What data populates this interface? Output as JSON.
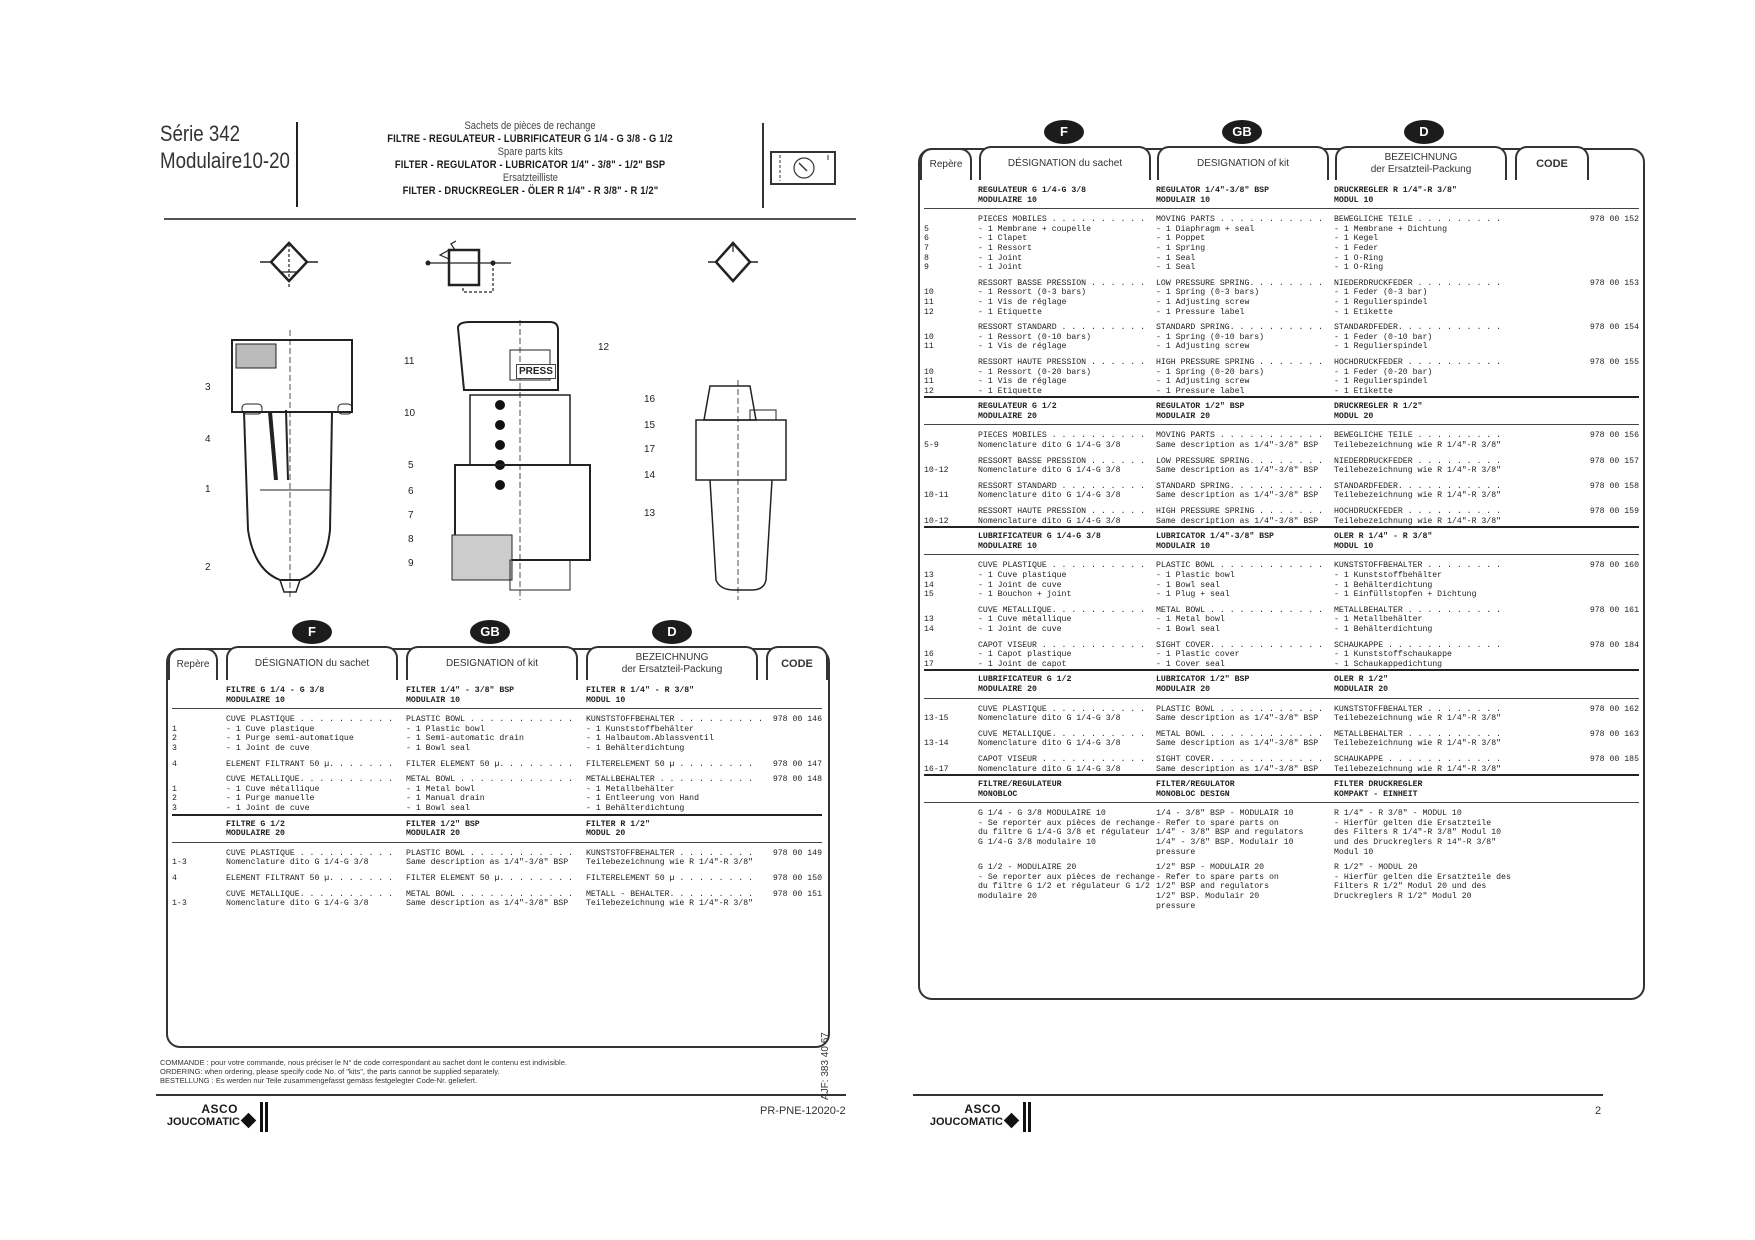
{
  "left_page": {
    "series_line1": "Série 342",
    "series_line2": "Modulaire10-20",
    "title": {
      "fr_sub": "Sachets de pièces de rechange",
      "fr_main": "FILTRE - REGULATEUR - LUBRIFICATEUR G 1/4 - G 3/8 - G 1/2",
      "gb_sub": "Spare parts kits",
      "gb_main": "FILTER - REGULATOR - LUBRICATOR 1/4\" - 3/8\" - 1/2\" BSP",
      "de_sub": "Ersatzteilliste",
      "de_main": "FILTER - DRUCKREGLER - ÖLER R 1/4\" - R 3/8\" - R 1/2\""
    },
    "drawing_labels": {
      "press": "PRESS",
      "filter_callouts": [
        "3",
        "4",
        "1",
        "2"
      ],
      "regulator_callouts": [
        "11",
        "12",
        "10",
        "5",
        "6",
        "7",
        "8",
        "9"
      ],
      "lubricator_callouts": [
        "16",
        "15",
        "17",
        "14",
        "13"
      ]
    },
    "badges": [
      "F",
      "GB",
      "D"
    ],
    "columns": {
      "repere": "Repère",
      "fr": "DÉSIGNATION du sachet",
      "gb": "DESIGNATION of kit",
      "de_line1": "BEZEICHNUNG",
      "de_line2": "der Ersatzteil-Packung",
      "code": "CODE"
    },
    "sections": [
      {
        "fr": "FILTRE G 1/4 - G 3/8\nMODULAIRE 10",
        "gb": "FILTER 1/4\" - 3/8\" BSP\nMODULAIR 10",
        "de": "FILTER R 1/4\" - R 3/8\"\nMODUL 10",
        "items": [
          {
            "rep": "\n1\n2\n3",
            "fr": "CUVE PLASTIQUE . . . . . . . . . .\n- 1 Cuve plastique\n- 1 Purge semi-automatique\n- 1 Joint de cuve",
            "gb": "PLASTIC BOWL . . . . . . . . . . .\n- 1 Plastic bowl\n- 1 Semi-automatic drain\n- 1 Bowl seal",
            "de": "KUNSTSTOFFBEHÄLTER . . . . . . . . .\n- 1 Kunststoffbehälter\n- 1 Halbautom.Ablassventil\n- 1 Behälterdichtung",
            "code": "978 00 146"
          },
          {
            "rep": "4",
            "fr": "ELEMENT FILTRANT 50 µ. . . . . . .",
            "gb": "FILTER ELEMENT 50 µ. . . . . . . .",
            "de": "FILTERELEMENT 50 µ . . . . . . . .",
            "code": "978 00 147"
          },
          {
            "rep": "\n1\n2\n3",
            "fr": "CUVE METALLIQUE. . . . . . . . . .\n- 1 Cuve métallique\n- 1 Purge manuelle\n- 1 Joint de cuve",
            "gb": "METAL BOWL . . . . . . . . . . . .\n- 1 Metal bowl\n- 1 Manual drain\n- 1 Bowl seal",
            "de": "METALLBEHÄLTER . . . . . . . . . .\n- 1 Metallbehälter\n- 1 Entleerung von Hand\n- 1 Behälterdichtung",
            "code": "978 00 148"
          }
        ]
      },
      {
        "fr": "FILTRE G 1/2\nMODULAIRE 20",
        "gb": "FILTER 1/2\" BSP\nMODULAIR 20",
        "de": "FILTER R 1/2\"\nMODUL 20",
        "items": [
          {
            "rep": "\n1-3",
            "fr": "CUVE PLASTIQUE . . . . . . . . . .\nNomenclature dito G 1/4-G 3/8",
            "gb": "PLASTIC BOWL . . . . . . . . . . .\nSame description as 1/4\"-3/8\" BSP",
            "de": "KUNSTSTOFFBEHÄLTER . . . . . . . .\nTeilebezeichnung wie R 1/4\"-R 3/8\"",
            "code": "978 00 149"
          },
          {
            "rep": "4",
            "fr": "ELEMENT FILTRANT 50 µ. . . . . . .",
            "gb": "FILTER ELEMENT 50 µ. . . . . . . .",
            "de": "FILTERELEMENT 50 µ . . . . . . . .",
            "code": "978 00 150"
          },
          {
            "rep": "\n1-3",
            "fr": "CUVE METALLIQUE. . . . . . . . . .\nNomenclature dito G 1/4-G 3/8",
            "gb": "METAL BOWL . . . . . . . . . . . .\nSame description as 1/4\"-3/8\" BSP",
            "de": "METALL - BEHÄLTER. . . . . . . . .\nTeilebezeichnung wie R 1/4\"-R 3/8\"",
            "code": "978 00 151"
          }
        ]
      }
    ],
    "order_notes": {
      "fr": "COMMANDE : pour votre commande, nous préciser le N° de code correspondant au sachet dont le contenu est indivisible.",
      "gb": "ORDERING: when ordering, please specify code No. of \"kits\", the parts cannot be supplied separately.",
      "de": "BESTELLUNG : Es werden nur Teile zusammengefasst gemäss festgelegter Code-Nr. geliefert."
    },
    "vertical_ref": "AJF: 383 40 67",
    "doc_ref": "PR-PNE-12020-2",
    "logo": {
      "top": "ASCO",
      "bottom": "JOUCOMATIC"
    }
  },
  "right_page": {
    "badges": [
      "F",
      "GB",
      "D"
    ],
    "columns": {
      "repere": "Repère",
      "fr": "DÉSIGNATION du sachet",
      "gb": "DESIGNATION of kit",
      "de_line1": "BEZEICHNUNG",
      "de_line2": "der Ersatzteil-Packung",
      "code": "CODE"
    },
    "sections": [
      {
        "fr": "REGULATEUR G 1/4-G 3/8\nMODULAIRE 10",
        "gb": "REGULATOR 1/4\"-3/8\" BSP\nMODULAIR 10",
        "de": "DRUCKREGLER R 1/4\"-R 3/8\"\nMODUL 10",
        "items": [
          {
            "rep": "\n5\n6\n7\n8\n9",
            "fr": "PIECES MOBILES . . . . . . . . . .\n- 1 Membrane + coupelle\n- 1 Clapet\n- 1 Ressort\n- 1 Joint\n- 1 Joint",
            "gb": "MOVING PARTS . . . . . . . . . . .\n- 1 Diaphragm + seal\n- 1 Poppet\n- 1 Spring\n- 1 Seal\n- 1 Seal",
            "de": "BEWEGLICHE TEILE . . . . . . . . .\n- 1 Membrane + Dichtung\n- 1 Kegel\n- 1 Feder\n- 1 O-Ring\n- 1 O-Ring",
            "code": "978 00 152"
          },
          {
            "rep": "\n10\n11\n12",
            "fr": "RESSORT BASSE PRESSION . . . . . .\n- 1 Ressort (0-3 bars)\n- 1 Vis de réglage\n- 1 Etiquette",
            "gb": "LOW PRESSURE SPRING. . . . . . . .\n- 1 Spring (0-3 bars)\n- 1 Adjusting screw\n- 1 Pressure label",
            "de": "NIEDERDRUCKFEDER . . . . . . . . .\n- 1 Feder (0-3 bar)\n- 1 Regulierspindel\n- 1 Etikette",
            "code": "978 00 153"
          },
          {
            "rep": "\n10\n11",
            "fr": "RESSORT STANDARD . . . . . . . . .\n- 1 Ressort (0-10 bars)\n- 1 Vis de réglage",
            "gb": "STANDARD SPRING. . . . . . . . . .\n- 1 Spring (0-10 bars)\n- 1 Adjusting screw",
            "de": "STANDARDFEDER. . . . . . . . . . .\n- 1 Feder (0-10 bar)\n- 1 Regulierspindel",
            "code": "978 00 154"
          },
          {
            "rep": "\n10\n11\n12",
            "fr": "RESSORT HAUTE PRESSION . . . . . .\n- 1 Ressort (0-20 bars)\n- 1 Vis de réglage\n- 1 Etiquette",
            "gb": "HIGH PRESSURE SPRING . . . . . . .\n- 1 Spring (0-20 bars)\n- 1 Adjusting screw\n- 1 Pressure label",
            "de": "HOCHDRUCKFEDER . . . . . . . . . .\n- 1 Feder (0-20 bar)\n- 1 Regulierspindel\n- 1 Etikette",
            "code": "978 00 155"
          }
        ]
      },
      {
        "fr": "REGULATEUR G 1/2\nMODULAIRE 20",
        "gb": "REGULATOR 1/2\" BSP\nMODULAIR 20",
        "de": "DRUCKREGLER R 1/2\"\nMODUL 20",
        "items": [
          {
            "rep": "\n5-9",
            "fr": "PIECES MOBILES . . . . . . . . . .\nNomenclature dito G 1/4-G 3/8",
            "gb": "MOVING PARTS . . . . . . . . . . .\nSame description as 1/4\"-3/8\" BSP",
            "de": "BEWEGLICHE TEILE . . . . . . . . .\nTeilebezeichnung wie R 1/4\"-R 3/8\"",
            "code": "978 00 156"
          },
          {
            "rep": "\n10-12",
            "fr": "RESSORT BASSE PRESSION . . . . . .\nNomenclature dito G 1/4-G 3/8",
            "gb": "LOW PRESSURE SPRING. . . . . . . .\nSame description as 1/4\"-3/8\" BSP",
            "de": "NIEDERDRUCKFEDER . . . . . . . . .\nTeilebezeichnung wie R 1/4\"-R 3/8\"",
            "code": "978 00 157"
          },
          {
            "rep": "\n10-11",
            "fr": "RESSORT STANDARD . . . . . . . . .\nNomenclature dito G 1/4-G 3/8",
            "gb": "STANDARD SPRING. . . . . . . . . .\nSame description as 1/4\"-3/8\" BSP",
            "de": "STANDARDFEDER. . . . . . . . . . .\nTeilebezeichnung wie R 1/4\"-R 3/8\"",
            "code": "978 00 158"
          },
          {
            "rep": "\n10-12",
            "fr": "RESSORT HAUTE PRESSION . . . . . .\nNomenclature dito G 1/4-G 3/8",
            "gb": "HIGH PRESSURE SPRING . . . . . . .\nSame description as 1/4\"-3/8\" BSP",
            "de": "HOCHDRUCKFEDER . . . . . . . . . .\nTeilebezeichnung wie R 1/4\"-R 3/8\"",
            "code": "978 00 159"
          }
        ]
      },
      {
        "fr": "LUBRIFICATEUR G 1/4-G 3/8\nMODULAIRE 10",
        "gb": "LUBRICATOR 1/4\"-3/8\" BSP\nMODULAIR 10",
        "de": "ÖLER R 1/4\" - R 3/8\"\nMODUL 10",
        "items": [
          {
            "rep": "\n13\n14\n15",
            "fr": "CUVE PLASTIQUE . . . . . . . . . .\n- 1 Cuve plastique\n- 1 Joint de cuve\n- 1 Bouchon + joint",
            "gb": "PLASTIC BOWL . . . . . . . . . . .\n- 1 Plastic bowl\n- 1 Bowl seal\n- 1 Plug + seal",
            "de": "KUNSTSTOFFBEHÄLTER . . . . . . . .\n- 1 Kunststoffbehälter\n- 1 Behälterdichtung\n- 1 Einfüllstopfen + Dichtung",
            "code": "978 00 160"
          },
          {
            "rep": "\n13\n14",
            "fr": "CUVE METALLIQUE. . . . . . . . . .\n- 1 Cuve métallique\n- 1 Joint de cuve",
            "gb": "METAL BOWL . . . . . . . . . . . .\n- 1 Metal bowl\n- 1 Bowl seal",
            "de": "METALLBEHÄLTER . . . . . . . . . .\n- 1 Metallbehälter\n- 1 Behälterdichtung",
            "code": "978 00 161"
          },
          {
            "rep": "\n16\n17",
            "fr": "CAPOT VISEUR . . . . . . . . . . .\n- 1 Capot plastique\n- 1 Joint de capot",
            "gb": "SIGHT COVER. . . . . . . . . . . .\n- 1 Plastic cover\n- 1 Cover seal",
            "de": "SCHAUKAPPE . . . . . . . . . . . .\n- 1 Kunststoffschaukappe\n- 1 Schaukappedichtung",
            "code": "978 00 184"
          }
        ]
      },
      {
        "fr": "LUBRIFICATEUR G 1/2\nMODULAIRE 20",
        "gb": "LUBRICATOR 1/2\" BSP\nMODULAIR 20",
        "de": "ÖLER R 1/2\"\nMODULAIR 20",
        "items": [
          {
            "rep": "\n13-15",
            "fr": "CUVE PLASTIQUE . . . . . . . . . .\nNomenclature dito G 1/4-G 3/8",
            "gb": "PLASTIC BOWL . . . . . . . . . . .\nSame description as 1/4\"-3/8\" BSP",
            "de": "KUNSTSTOFFBEHÄLTER . . . . . . . .\nTeilebezeichnung wie R 1/4\"-R 3/8\"",
            "code": "978 00 162"
          },
          {
            "rep": "\n13-14",
            "fr": "CUVE METALLIQUE. . . . . . . . . .\nNomenclature dito G 1/4-G 3/8",
            "gb": "METAL BOWL . . . . . . . . . . . .\nSame description as 1/4\"-3/8\" BSP",
            "de": "METALLBEHÄLTER . . . . . . . . . .\nTeilebezeichnung wie R 1/4\"-R 3/8\"",
            "code": "978 00 163"
          },
          {
            "rep": "\n16-17",
            "fr": "CAPOT VISEUR . . . . . . . . . . .\nNomenclature dito G 1/4-G 3/8",
            "gb": "SIGHT COVER. . . . . . . . . . . .\nSame description as 1/4\"-3/8\" BSP",
            "de": "SCHAUKAPPE . . . . . . . . . . . .\nTeilebezeichnung wie R 1/4\"-R 3/8\"",
            "code": "978 00 185"
          }
        ]
      },
      {
        "fr": "FILTRE/REGULATEUR\nMONOBLOC",
        "gb": "FILTER/REGULATOR\nMONOBLOC DESIGN",
        "de": "FILTER DRUCKREGLER\nKOMPAKT - EINHEIT",
        "items": [
          {
            "rep": "",
            "fr": "G 1/4 - G 3/8 MODULAIRE 10\n- Se reporter aux pièces de rechange\ndu filtre G 1/4-G 3/8 et régulateur\nG 1/4-G 3/8 modulaire 10",
            "gb": "1/4 - 3/8\" BSP - MODULAIR 10\n- Refer to spare parts on\n1/4\" - 3/8\" BSP and regulators\n1/4\" - 3/8\" BSP. Modulair 10\npressure",
            "de": "R 1/4\" - R 3/8\" - MODUL 10\n- Hierfür gelten die Ersatzteile\ndes Filters R 1/4\"-R 3/8\" Modul 10\nund des Druckreglers R 14\"-R 3/8\"\nModul 10",
            "code": ""
          },
          {
            "rep": "",
            "fr": "G 1/2 - MODULAIRE 20\n- Se reporter aux pièces de rechange\ndu filtre G 1/2 et régulateur G 1/2\nmodulaire 20",
            "gb": "1/2\" BSP - MODULAIR 20\n- Refer to spare parts on\n1/2\" BSP and regulators\n1/2\" BSP. Modulair 20\npressure",
            "de": "R 1/2\" - MODUL 20\n- Hierfür gelten die Ersatzteile des\nFilters R 1/2\" Modul 20 und des\nDruckreglers R 1/2\" Modul 20",
            "code": ""
          }
        ]
      }
    ],
    "page_number": "2",
    "logo": {
      "top": "ASCO",
      "bottom": "JOUCOMATIC"
    }
  }
}
